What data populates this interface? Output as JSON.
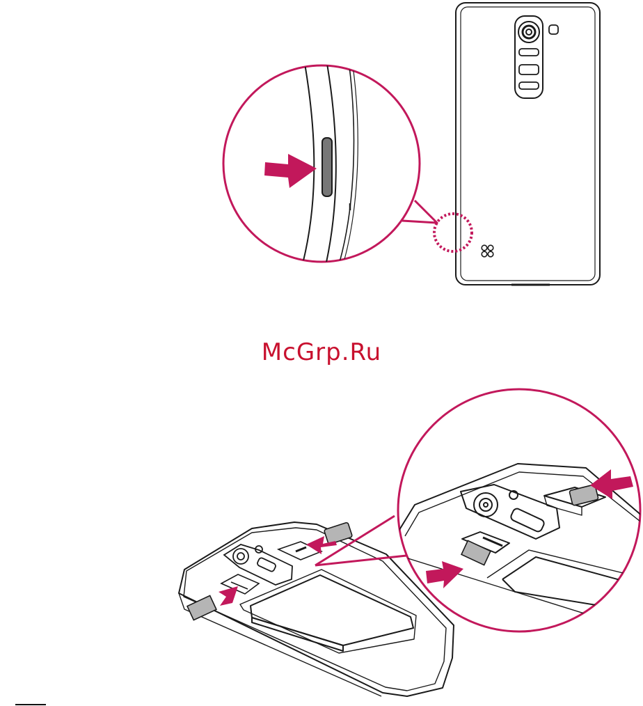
{
  "watermark": {
    "text": "McGrp.Ru"
  },
  "colors": {
    "accent": "#c2185b",
    "line": "#1a1a1a",
    "sim_fill": "#b5b5b5",
    "watermark": "#c8102e"
  },
  "figures": [
    {
      "name": "back-cover-removal",
      "icons": [
        "phone-back-icon",
        "camera-icon",
        "flash-icon",
        "rear-button-icon",
        "brand-logo-icon",
        "notch-magnifier-icon",
        "arrow-icon"
      ]
    },
    {
      "name": "sim-card-insertion",
      "icons": [
        "phone-open-icon",
        "battery-icon",
        "sim-card-icon",
        "microsd-card-icon",
        "magnifier-icon",
        "arrow-icon"
      ]
    }
  ]
}
